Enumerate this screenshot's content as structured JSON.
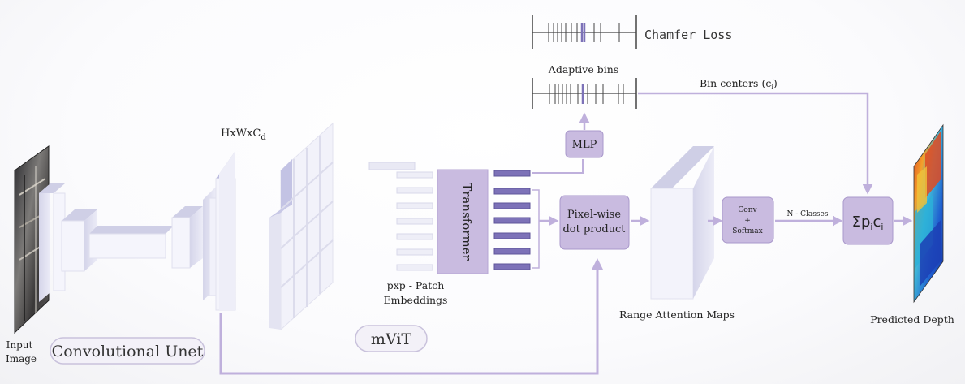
{
  "labels": {
    "input_image_line1": "Input",
    "input_image_line2": "Image",
    "hwc": "HxWxC",
    "hwc_sub": "d",
    "conv_unet": "Convolutional Unet",
    "patch_line1": "pxp - Patch",
    "patch_line2": "Embeddings",
    "mvit": "mViT",
    "transformer": "Transformer",
    "mlp": "MLP",
    "adaptive_bins": "Adaptive bins",
    "chamfer_loss": "Chamfer Loss",
    "bin_centers": "Bin centers (c",
    "bin_centers_sub": "i",
    "bin_centers_close": ")",
    "pixelwise_line1": "Pixel-wise",
    "pixelwise_line2": "dot product",
    "range_attention": "Range Attention Maps",
    "conv_line1": "Conv",
    "conv_line2": "+",
    "conv_line3": "Softmax",
    "n_classes": "N - Classes",
    "sum_symbol": "Σp",
    "sum_sub1": "i",
    "sum_c": "c",
    "sum_sub2": "i",
    "predicted_depth": "Predicted Depth"
  },
  "colors": {
    "box_fill": "#c9bbe0",
    "box_stroke": "#9f8cc4",
    "arrow": "#bfb0dc",
    "token_fill": "#7d72b8",
    "block_face": "#f3f3fb",
    "block_top": "#cfcfe6"
  }
}
